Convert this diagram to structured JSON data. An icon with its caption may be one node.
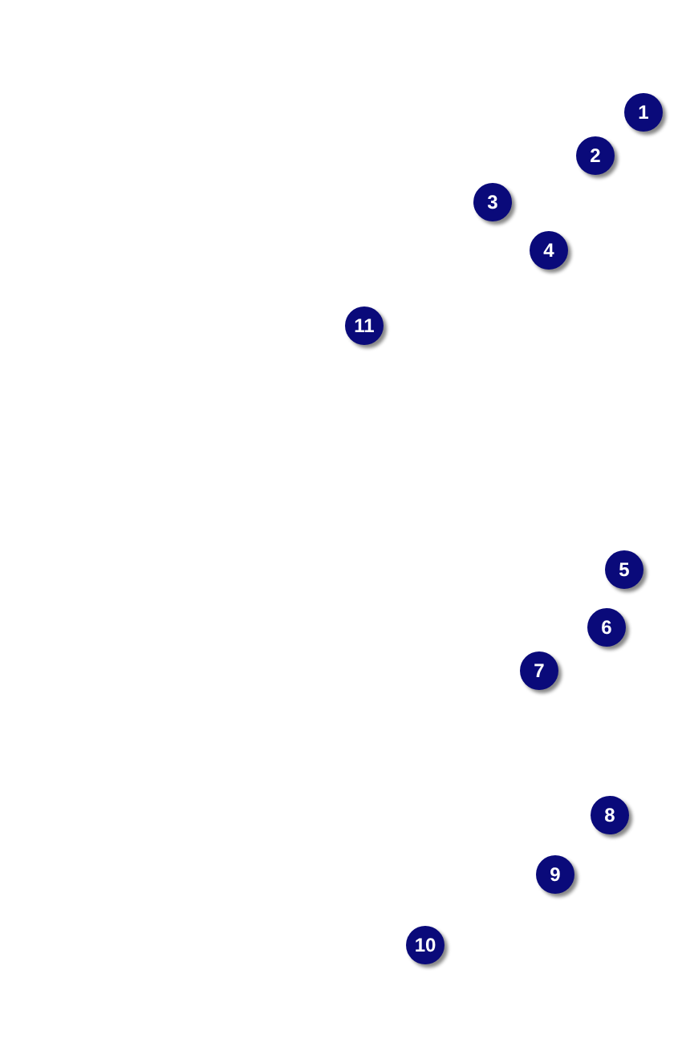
{
  "diagram": {
    "nodes": [
      {
        "text": [
          "1"
        ]
      },
      {
        "text": [
          "2"
        ]
      },
      {
        "text": [
          "3"
        ]
      },
      {
        "text": [
          "4"
        ]
      },
      {
        "text": [
          "11"
        ]
      },
      {
        "text": [
          "5"
        ]
      },
      {
        "text": [
          "6"
        ]
      },
      {
        "text": [
          "7"
        ]
      },
      {
        "text": [
          "8"
        ]
      },
      {
        "text": [
          "9"
        ]
      },
      {
        "text": [
          "10"
        ]
      }
    ]
  }
}
